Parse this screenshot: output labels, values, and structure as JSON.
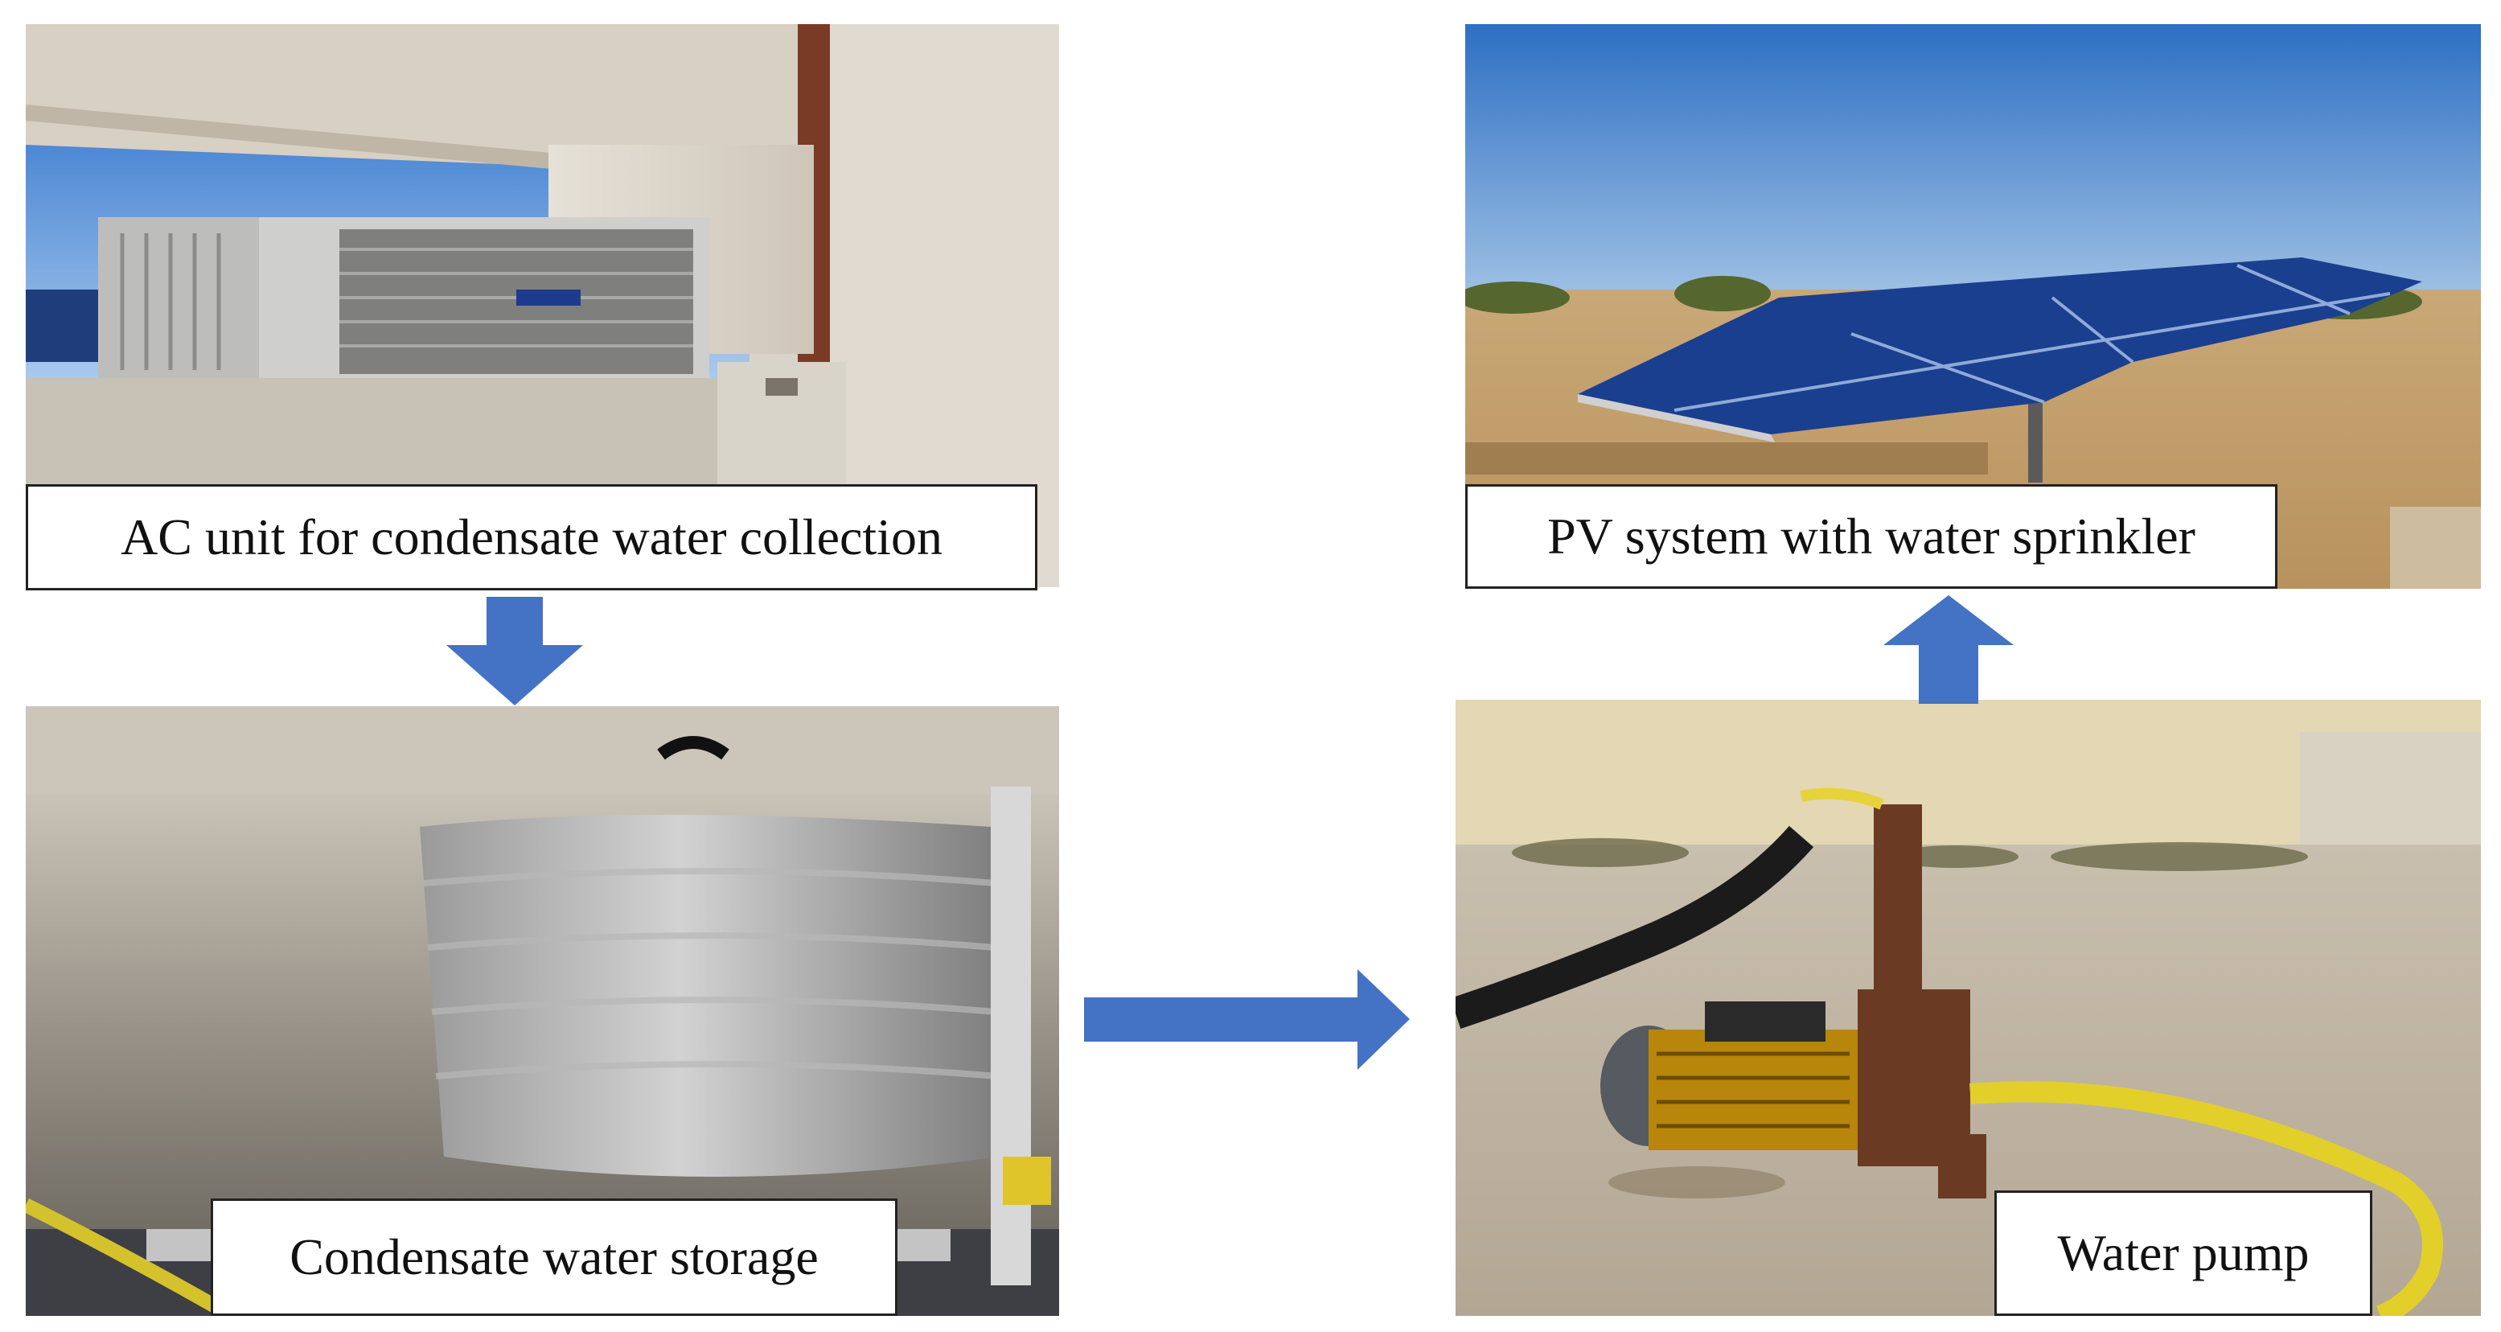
{
  "panels": {
    "ac_unit": {
      "caption": "AC unit for condensate water collection"
    },
    "storage": {
      "caption": "Condensate water storage"
    },
    "pv_system": {
      "caption": "PV system with water sprinkler"
    },
    "pump": {
      "caption": "Water pump"
    }
  },
  "flow": [
    "ac_unit",
    "storage",
    "pump",
    "pv_system"
  ],
  "colors": {
    "arrow": "#4472C4",
    "caption_border": "#222222"
  }
}
